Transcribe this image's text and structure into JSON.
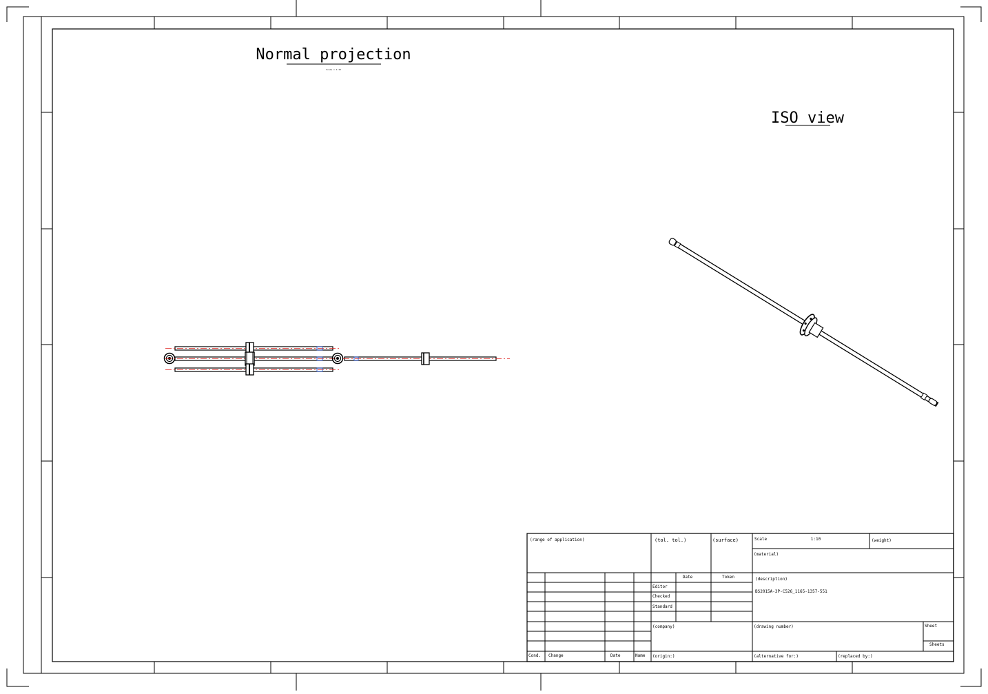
{
  "views": {
    "normal_title": "Normal projection",
    "normal_scale_note": "Scale = 1:10",
    "iso_title": "ISO view"
  },
  "title_block": {
    "range_of_application": "(range of application)",
    "tol": "(tol. tol.)",
    "surface": "(surface)",
    "scale_label": "Scale",
    "scale_value": "1:10",
    "weight": "(weight)",
    "material": "(material)",
    "description_label": "(description)",
    "description_value": "BS2015A-3P-C526_1165-1357-551",
    "date_header": "Date",
    "token_header": "Token",
    "editor": "Editor",
    "checked": "Checked",
    "standard": "Standard",
    "company": "(company)",
    "drawing_number": "(drawing number)",
    "sheet": "Sheet",
    "sheets": "Sheets",
    "cond": "Cond.",
    "change": "Change",
    "date": "Date",
    "name": "Name",
    "origin": "(origin:)",
    "alternative_for": "(alternative for:)",
    "replaced_by": "(replaced by:)"
  },
  "colors": {
    "line": "#000000",
    "centerline": "#e0201c",
    "accent_blue": "#1f4fd8"
  }
}
